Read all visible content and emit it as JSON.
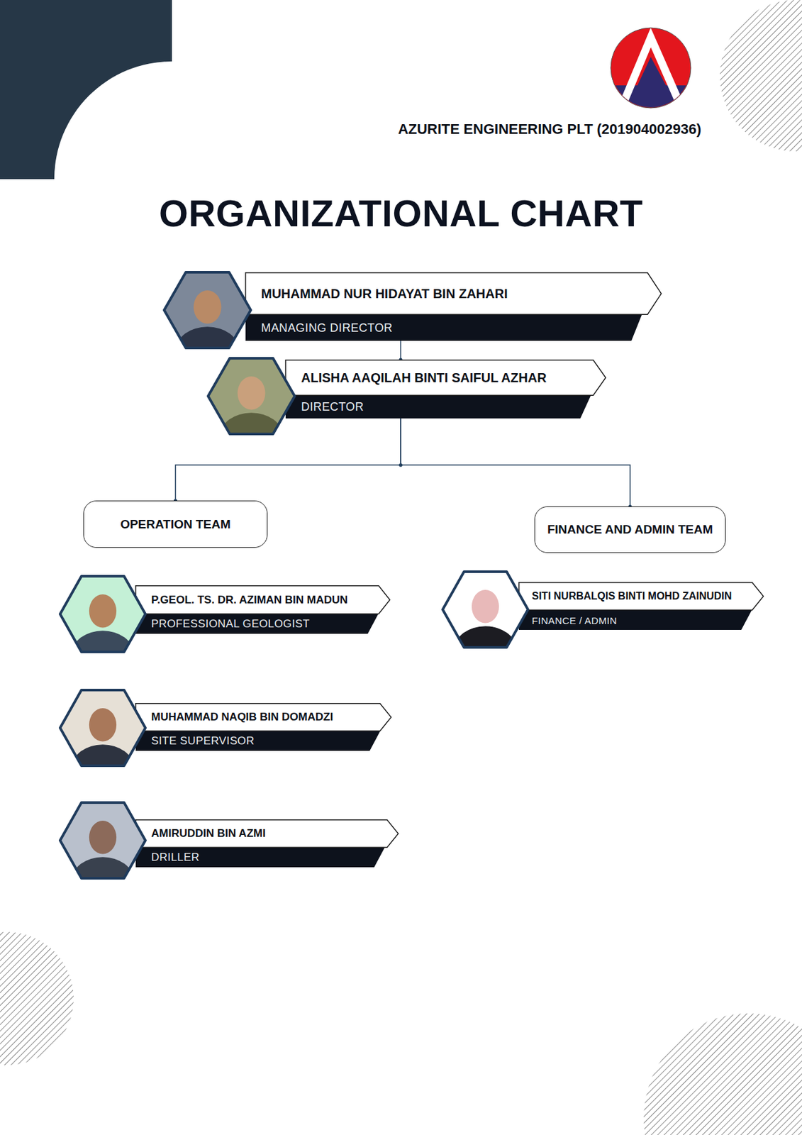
{
  "diagram": {
    "title": "ORGANIZATIONAL CHART",
    "nodes": [
      {
        "text": [
          "MUHAMMAD NUR HIDAYAT BIN ZAHARI",
          "MANAGING DIRECTOR"
        ]
      },
      {
        "text": [
          "ALISHA AAQILAH BINTI SAIFUL AZHAR",
          "DIRECTOR"
        ]
      },
      {
        "text": [
          "OPERATION TEAM"
        ]
      },
      {
        "text": [
          "FINANCE AND ADMIN TEAM"
        ]
      },
      {
        "text": [
          "P.GEOL. TS. DR. AZIMAN BIN MADUN",
          "PROFESSIONAL GEOLOGIST"
        ]
      },
      {
        "text": [
          "SITI NURBALQIS BINTI MOHD ZAINUDIN",
          "FINANCE / ADMIN"
        ]
      },
      {
        "text": [
          "MUHAMMAD NAQIB BIN DOMADZI",
          "SITE SUPERVISOR"
        ]
      },
      {
        "text": [
          "AMIRUDDIN BIN AZMI",
          "DRILLER"
        ]
      }
    ],
    "edges": [
      {
        "from": 0,
        "to": 1,
        "arrow": "none"
      },
      {
        "from": 1,
        "to": 2,
        "arrow": "none"
      },
      {
        "from": 1,
        "to": 3,
        "arrow": "none"
      }
    ],
    "labels": [
      "AZURITE ENGINEERING PLT (201904002936)"
    ]
  }
}
